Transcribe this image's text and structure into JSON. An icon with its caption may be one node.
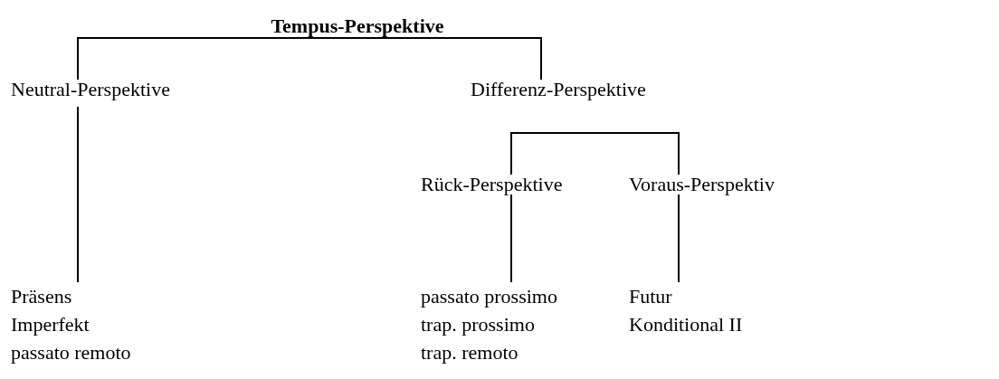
{
  "diagram": {
    "nodes": [
      {
        "text": [
          "Tempus-Perspektive"
        ]
      },
      {
        "text": [
          "Neutral-Perspektive"
        ]
      },
      {
        "text": [
          "Differenz-Perspektive"
        ]
      },
      {
        "text": [
          "Rück-Perspektive"
        ]
      },
      {
        "text": [
          "Voraus-Perspektiv"
        ]
      },
      {
        "text": [
          "Präsens",
          "Imperfekt",
          "passato remoto"
        ]
      },
      {
        "text": [
          "passato prossimo",
          "trap. prossimo",
          "trap. remoto"
        ]
      },
      {
        "text": [
          "Futur",
          "Konditional II"
        ]
      }
    ],
    "edges": [
      {
        "from": 0,
        "to": 1,
        "arrow": "none"
      },
      {
        "from": 0,
        "to": 2,
        "arrow": "none"
      },
      {
        "from": 1,
        "to": 5,
        "arrow": "none"
      },
      {
        "from": 2,
        "to": 3,
        "arrow": "none"
      },
      {
        "from": 2,
        "to": 4,
        "arrow": "none"
      },
      {
        "from": 3,
        "to": 6,
        "arrow": "none"
      },
      {
        "from": 4,
        "to": 7,
        "arrow": "none"
      }
    ]
  }
}
